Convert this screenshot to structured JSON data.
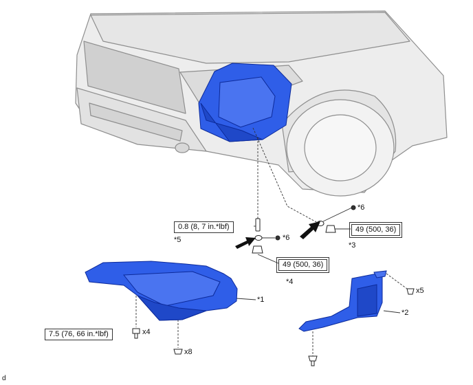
{
  "colors": {
    "part_blue": "#2f5ee8",
    "part_blue_dark": "#0c2a9a",
    "vehicle_line": "#8e8e8e",
    "vehicle_fill": "#ededed",
    "leader_line": "#333333",
    "arrow": "#111111"
  },
  "callouts": {
    "c1": "*1",
    "c2": "*2",
    "c3": "*3",
    "c4": "*4",
    "c5": "*5",
    "c6_upper": "*6",
    "c6_lower": "*6"
  },
  "quantities": {
    "x4": "x4",
    "x5": "x5",
    "x8": "x8"
  },
  "torque": {
    "t_small_bolt": "0.8 (8, 7 in.*lbf)",
    "t_plug_right": "49 (500, 36)",
    "t_plug_center": "49 (500, 36)",
    "t_cover_bolt": "7.5 (76, 66 in.*lbf)"
  },
  "corner_mark": "d"
}
